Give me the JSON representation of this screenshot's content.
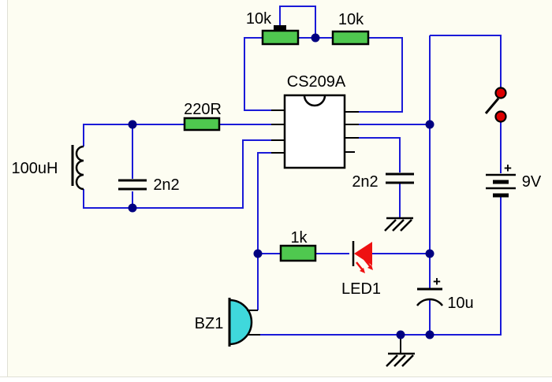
{
  "colors": {
    "background": "#fdfdf2",
    "page-edge": "#ffffff",
    "wire": "#1a1ad8",
    "node": "#000080",
    "resistor": "#4fc84f",
    "buzzer": "#3fd8dc",
    "led": "#ee1111",
    "switch": "#dd0000"
  },
  "components": {
    "potentiometer": {
      "value": "10k"
    },
    "feedback_resistor": {
      "value": "10k"
    },
    "ic": {
      "name": "CS209A"
    },
    "series_resistor": {
      "value": "220R"
    },
    "search_coil": {
      "value": "100uH"
    },
    "tank_capacitor": {
      "value": "2n2"
    },
    "filter_capacitor": {
      "value": "2n2"
    },
    "battery": {
      "value": "9V",
      "polarity": "+"
    },
    "led_resistor": {
      "value": "1k"
    },
    "led": {
      "name": "LED1"
    },
    "buzzer": {
      "name": "BZ1"
    },
    "electrolytic_capacitor": {
      "value": "10u",
      "polarity": "+"
    }
  }
}
